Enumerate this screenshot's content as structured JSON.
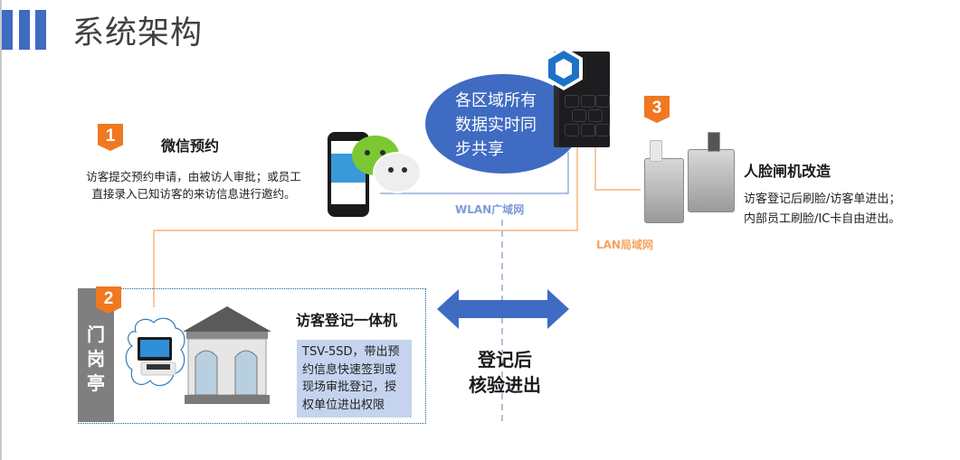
{
  "header": {
    "title": "系统架构",
    "accent_color": "#3f6bc2"
  },
  "center_bubble": {
    "lines": [
      "各区域所有",
      "数据实时同",
      "步共享"
    ],
    "color": "#3f6bc2"
  },
  "network": {
    "wlan_label": "WLAN广域网",
    "wlan_color": "#7f9ad6",
    "lan_label": "LAN局域网",
    "lan_color": "#f4a460"
  },
  "step1": {
    "number": "1",
    "title": "微信预约",
    "desc_lines": [
      "访客提交预约申请，由被访人审批；或员工",
      "直接录入已知访客的来访信息进行邀约。"
    ]
  },
  "step2": {
    "number": "2",
    "location": [
      "门",
      "岗",
      "亭"
    ],
    "title": "访客登记一体机",
    "spec_lines": [
      "TSV-5SD，带出预",
      "约信息快速签到或",
      "现场审批登记，授",
      "权单位进出权限"
    ]
  },
  "step3": {
    "number": "3",
    "title": "人脸闸机改造",
    "desc_lines": [
      "访客登记后刷脸/访客单进出；",
      "内部员工刷脸/IC卡自由进出。"
    ]
  },
  "flow": {
    "lines": [
      "登记后",
      "核验进出"
    ]
  },
  "badge_color": "#f07820",
  "icons": {
    "server": "server-icon",
    "phone": "smartphone-icon",
    "wechat": "wechat-icon",
    "kiosk": "kiosk-icon",
    "gatehouse": "gatehouse-icon",
    "turnstile": "turnstile-icon",
    "arrow": "double-arrow-icon"
  }
}
